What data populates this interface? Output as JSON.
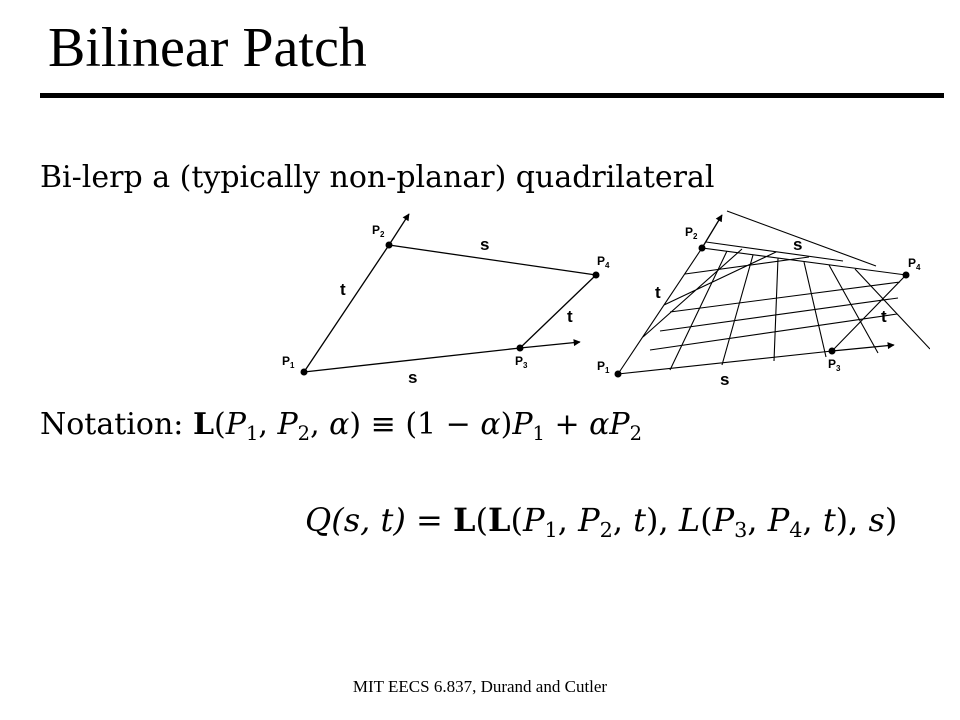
{
  "slide": {
    "title": "Bilinear Patch",
    "bullet": "Bi-lerp a (typically non-planar) quadrilateral",
    "notation_label": "Notation:",
    "footer": "MIT EECS 6.837, Durand and Cutler"
  },
  "notation_eq": {
    "L": "L",
    "open": "(",
    "P": "P",
    "sub1": "1",
    "sub2": "2",
    "comma": ", ",
    "alpha": "α",
    "close": ")",
    "equiv": " ≡ ",
    "one_minus": "(1 − ",
    "plus": " + "
  },
  "q_eq": {
    "Q": "Q",
    "args": "(s, t)",
    "eq": " = ",
    "L": "L",
    "L2": "L",
    "open": "(",
    "P": "P",
    "sub1": "1",
    "sub2": "2",
    "sub3": "3",
    "sub4": "4",
    "comma": ", ",
    "t": "t",
    "s": "s",
    "close": ")"
  },
  "figure": {
    "left": {
      "p1": "P",
      "p1_sub": "1",
      "p2": "P",
      "p2_sub": "2",
      "p3": "P",
      "p3_sub": "3",
      "p4": "P",
      "p4_sub": "4",
      "s_top": "s",
      "s_bottom": "s",
      "t_left": "t",
      "t_right": "t"
    },
    "right": {
      "p1": "P",
      "p1_sub": "1",
      "p2": "P",
      "p2_sub": "2",
      "p3": "P",
      "p3_sub": "3",
      "p4": "P",
      "p4_sub": "4",
      "s_top": "s",
      "s_bottom": "s",
      "t_left": "t",
      "t_right": "t"
    }
  }
}
